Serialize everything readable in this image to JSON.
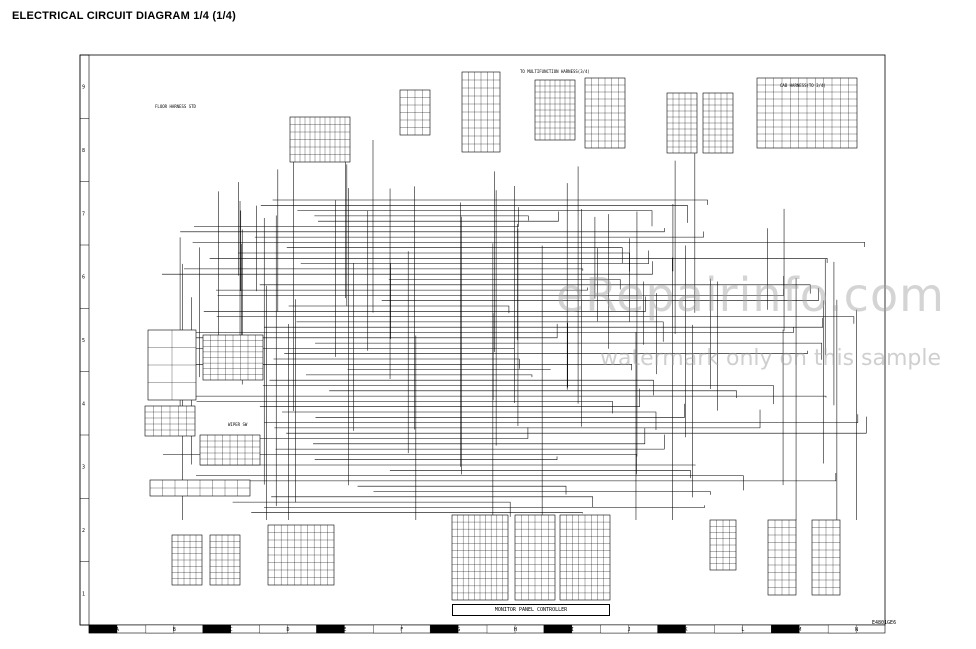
{
  "title": "ELECTRICAL CIRCUIT DIAGRAM 1/4 (1/4)",
  "watermark": {
    "main": "eRepairinfo.com",
    "sub": "watermark only on this sample"
  },
  "labels": {
    "floor_harness": "FLOOR HARNESS STD",
    "cab_harness": "CAB HARNESS(TO 3/4)",
    "to_multifunction": "TO MULTIFUNCTION HARNESS(3/4)",
    "wiper_sw": "WIPER SW",
    "monitor_panel": "MONITOR PANEL CONTROLLER",
    "drawing_code": "E4801GE6"
  },
  "grid": {
    "rows": [
      "9",
      "8",
      "7",
      "6",
      "5",
      "4",
      "3",
      "2",
      "1"
    ],
    "cols": [
      "A",
      "B",
      "C",
      "D",
      "E",
      "F",
      "G",
      "H",
      "I",
      "J",
      "K",
      "L",
      "M",
      "N"
    ]
  }
}
